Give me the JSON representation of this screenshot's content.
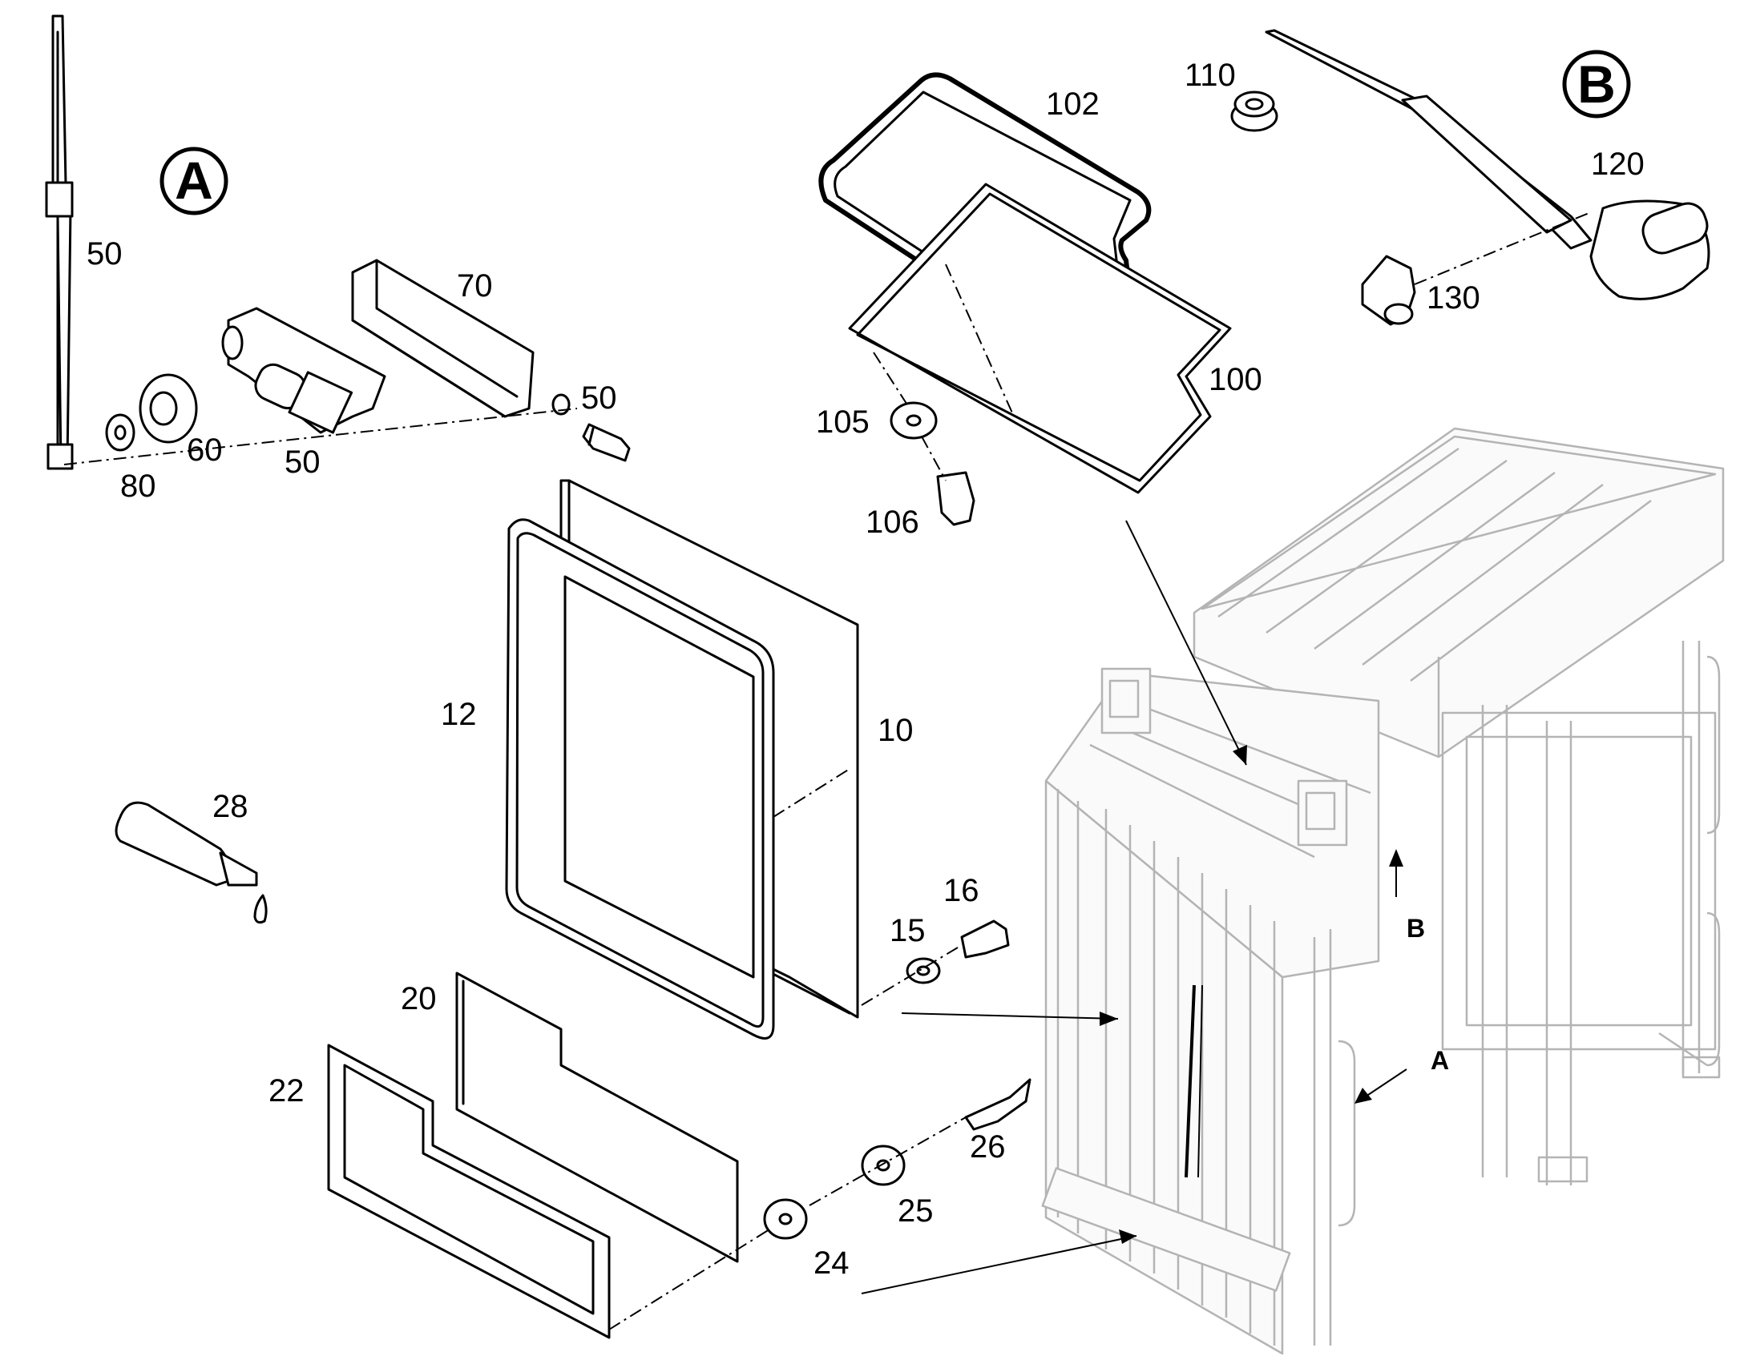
{
  "views": {
    "A": "A",
    "B": "B"
  },
  "callouts": [
    {
      "id": "c-50-blade",
      "text": "50"
    },
    {
      "id": "c-70",
      "text": "70"
    },
    {
      "id": "c-50-bolt",
      "text": "50"
    },
    {
      "id": "c-60",
      "text": "60"
    },
    {
      "id": "c-50-motor",
      "text": "50"
    },
    {
      "id": "c-80",
      "text": "80"
    },
    {
      "id": "c-102",
      "text": "102"
    },
    {
      "id": "c-110",
      "text": "110"
    },
    {
      "id": "c-120",
      "text": "120"
    },
    {
      "id": "c-130",
      "text": "130"
    },
    {
      "id": "c-100",
      "text": "100"
    },
    {
      "id": "c-105",
      "text": "105"
    },
    {
      "id": "c-106",
      "text": "106"
    },
    {
      "id": "c-12",
      "text": "12"
    },
    {
      "id": "c-10",
      "text": "10"
    },
    {
      "id": "c-28",
      "text": "28"
    },
    {
      "id": "c-16",
      "text": "16"
    },
    {
      "id": "c-15",
      "text": "15"
    },
    {
      "id": "c-20",
      "text": "20"
    },
    {
      "id": "c-22",
      "text": "22"
    },
    {
      "id": "c-26",
      "text": "26"
    },
    {
      "id": "c-25",
      "text": "25"
    },
    {
      "id": "c-24",
      "text": "24"
    }
  ],
  "view_arrows": {
    "A": "A",
    "B": "B"
  }
}
